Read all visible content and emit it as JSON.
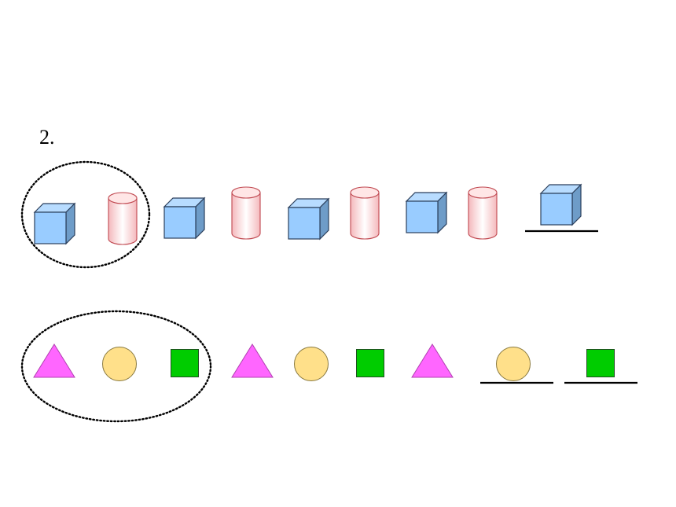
{
  "question_number": "2.",
  "colors": {
    "cube_front": "#99CCFF",
    "cube_top": "#B8DCFF",
    "cube_side": "#6E9CC8",
    "cube_edge": "#2B3F5C",
    "cylinder_fill": "#FFE6E6",
    "cylinder_shade": "#F4B8BC",
    "cylinder_edge": "#C04850",
    "triangle": "#FF66FF",
    "triangle_edge": "#B040B0",
    "circle": "#FFE08A",
    "circle_edge": "#8A7A40",
    "square": "#00CC00",
    "square_edge": "#1F4F1F",
    "answer_line": "#000000",
    "group_outline": "#000000"
  },
  "rows": [
    {
      "id": "solids-row",
      "pattern_unit": [
        "cube",
        "cylinder"
      ],
      "sequence": [
        "cube",
        "cylinder",
        "cube",
        "cylinder",
        "cube",
        "cylinder",
        "cube",
        "cylinder"
      ],
      "answers": [
        "cube"
      ]
    },
    {
      "id": "flat-shapes-row",
      "pattern_unit": [
        "triangle",
        "circle",
        "square"
      ],
      "sequence": [
        "triangle",
        "circle",
        "square",
        "triangle",
        "circle",
        "square",
        "triangle"
      ],
      "answers": [
        "circle",
        "square"
      ]
    }
  ]
}
